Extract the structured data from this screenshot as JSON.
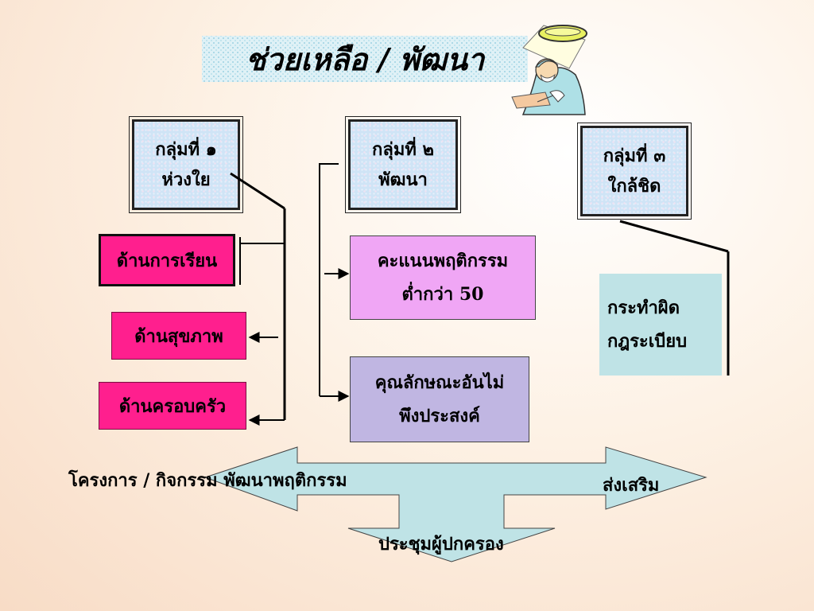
{
  "title": "ช่วยเหลือ / พัฒนา",
  "groups": [
    {
      "line1": "กลุ่มที่ ๑",
      "line2": "ห่วงใย"
    },
    {
      "line1": "กลุ่มที่ ๒",
      "line2": "พัฒนา"
    },
    {
      "line1": "กลุ่มที่ ๓",
      "line2": "ใกล้ชิด"
    }
  ],
  "concerns": {
    "study": "ด้านการเรียน",
    "health": "ด้านสุขภาพ",
    "family": "ด้านครอบครัว"
  },
  "develop": {
    "behavior_line1": "คะแนนพฤติกรรม",
    "behavior_line2": "ต่ำกว่า 50",
    "trait_line1": "คุณลักษณะอันไม่",
    "trait_line2": "พึงประสงค์"
  },
  "close": {
    "line1": "กระทำผิด",
    "line2": "กฎระเบียบ"
  },
  "bottom": {
    "project": "โครงการ / กิจกรรม  พัฒนาพฤติกรรม",
    "promote": "ส่งเสริม",
    "meeting": "ประชุมผู้ปกครอง"
  },
  "colors": {
    "pink": "#ff1f8e",
    "violet_box": "#f0a6f5",
    "lavender_box": "#c0b6e2",
    "cyan_box": "#bfe3e6",
    "arrow_fill": "#bfe3e6"
  },
  "icons": {
    "clipart": "doctor-with-lamp-icon"
  }
}
